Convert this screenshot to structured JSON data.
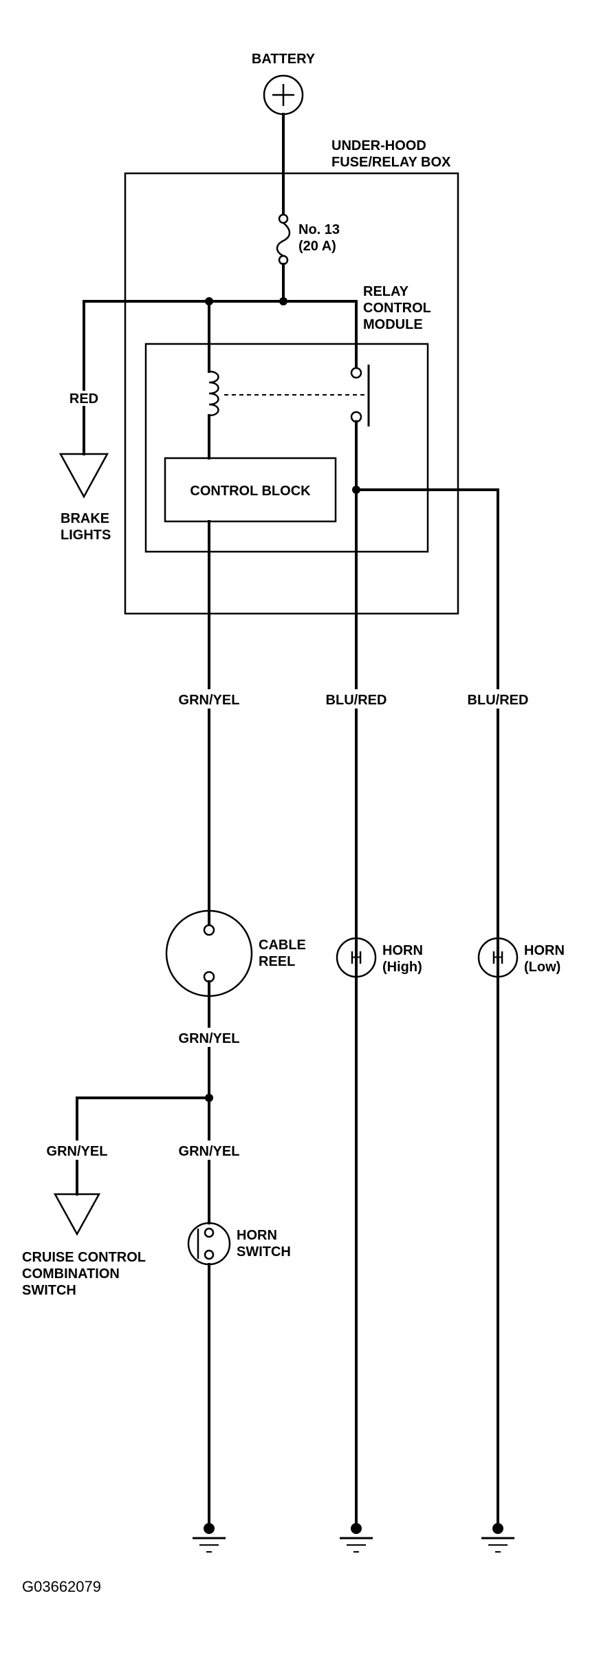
{
  "labels": {
    "battery": "BATTERY",
    "fuse_box_line1": "UNDER-HOOD",
    "fuse_box_line2": "FUSE/RELAY BOX",
    "fuse_line1": "No. 13",
    "fuse_line2": "(20 A)",
    "relay_line1": "RELAY",
    "relay_line2": "CONTROL",
    "relay_line3": "MODULE",
    "red": "RED",
    "brake_line1": "BRAKE",
    "brake_line2": "LIGHTS",
    "control_block": "CONTROL BLOCK",
    "wire_grn_yel_main": "GRN/YEL",
    "wire_blu_red_high": "BLU/RED",
    "wire_blu_red_low": "BLU/RED",
    "cable_reel_line1": "CABLE",
    "cable_reel_line2": "REEL",
    "horn_high_line1": "HORN",
    "horn_high_line2": "(High)",
    "horn_low_line1": "HORN",
    "horn_low_line2": "(Low)",
    "horn_symbol": "H",
    "wire_grn_yel_reel": "GRN/YEL",
    "wire_grn_yel_cruise": "GRN/YEL",
    "wire_grn_yel_switch": "GRN/YEL",
    "cruise_line1": "CRUISE CONTROL",
    "cruise_line2": "COMBINATION",
    "cruise_line3": "SWITCH",
    "horn_switch_line1": "HORN",
    "horn_switch_line2": "SWITCH",
    "figure_code": "G03662079"
  }
}
